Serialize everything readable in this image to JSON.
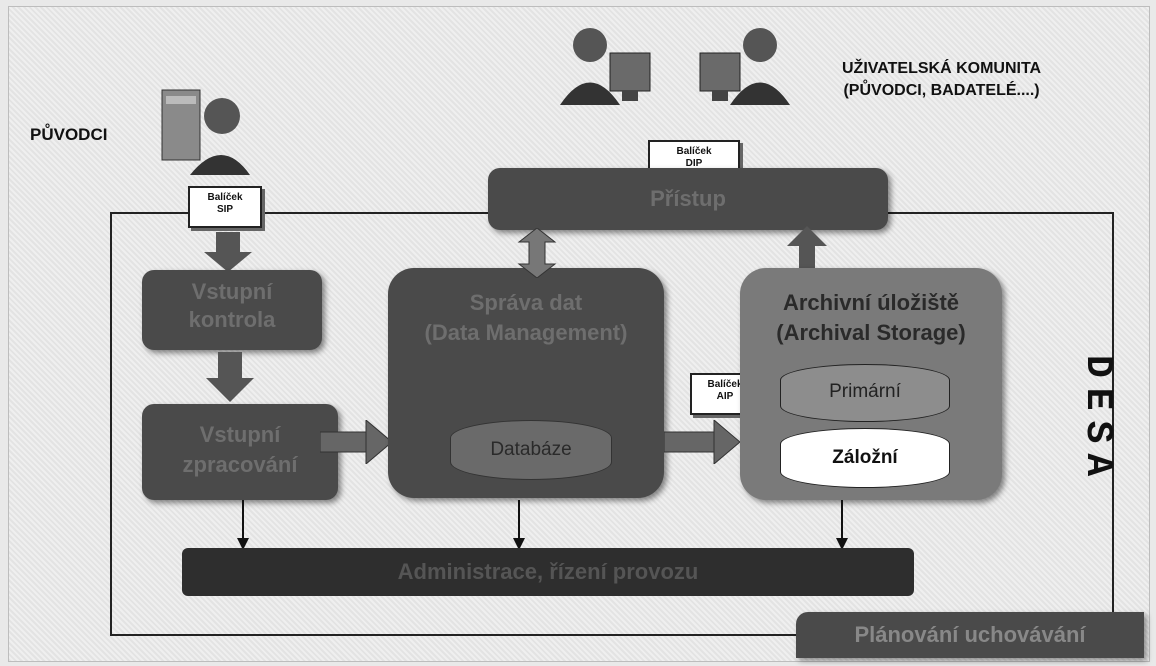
{
  "diagram": {
    "puvodci": "PŮVODCI",
    "community_line1": "UŽIVATELSKÁ KOMUNITA",
    "community_line2": "(PŮVODCI, BADATELÉ....)",
    "pkg_sip_line1": "Balíček",
    "pkg_sip_line2": "SIP",
    "pkg_dip_line1": "Balíček",
    "pkg_dip_line2": "DIP",
    "pkg_aip_line1": "Balíček",
    "pkg_aip_line2": "AIP",
    "pristup": "Přístup",
    "vstupni_kontrola_1": "Vstupní",
    "vstupni_kontrola_2": "kontrola",
    "vstupni_zpracovani_1": "Vstupní",
    "vstupni_zpracovani_2": "zpracování",
    "sprava_dat_1": "Správa dat",
    "sprava_dat_2": "(Data Management)",
    "databaze": "Databáze",
    "archivni_1": "Archivní úložiště",
    "archivni_2": "(Archival Storage)",
    "primarni": "Primární",
    "zalozni": "Záložní",
    "administrace": "Administrace, řízení provozu",
    "desa": "DESA",
    "planovani": "Plánování uchovávání"
  },
  "colors": {
    "dark_box": "#4a4a4a",
    "box_text": "#6e6e6e",
    "light_box": "#7a7a7a",
    "frame": "#222222"
  }
}
